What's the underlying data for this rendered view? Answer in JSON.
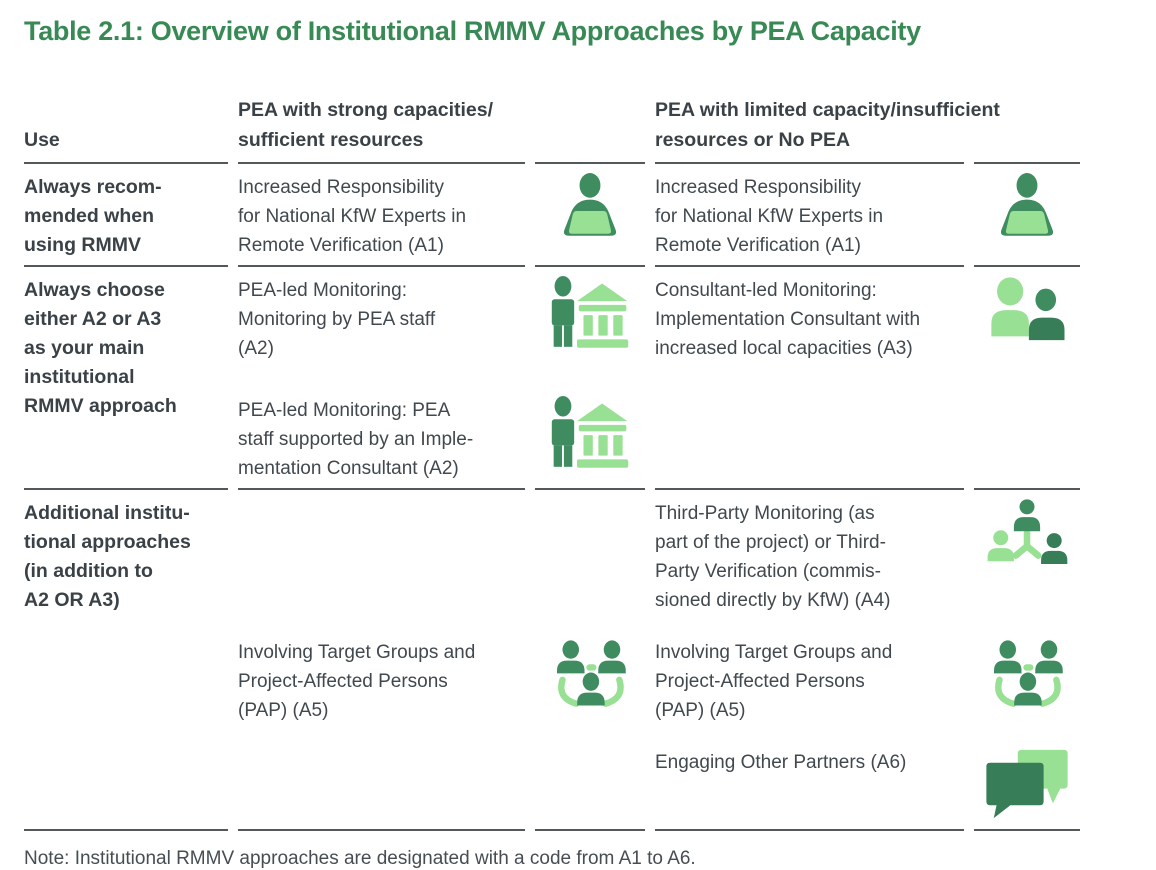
{
  "title": "Table 2.1: Overview of Institutional RMMV Approaches by PEA Capacity",
  "colors": {
    "title_green": "#388a55",
    "icon_dark_green": "#3e8c5f",
    "icon_deep_green": "#377e58",
    "icon_light_green": "#98e093",
    "body_text": "#41484e",
    "rule": "#53585d"
  },
  "table": {
    "header": {
      "use": "Use",
      "strong": "PEA with strong capacities/\nsufficient resources",
      "limited": "PEA with limited capacity/insufficient\nresources or No PEA"
    },
    "rows": [
      {
        "use": "Always recom-\nmended when\nusing RMMV",
        "strong": [
          {
            "text": "Increased Responsibility\nfor National KfW Experts in\nRemote Verification (A1)",
            "icon": "person-laptop-icon"
          }
        ],
        "limited": [
          {
            "text": "Increased Responsibility\nfor National KfW Experts in\nRemote Verification (A1)",
            "icon": "person-laptop-icon"
          }
        ]
      },
      {
        "use": "Always choose\neither A2 or A3\nas your main\ninstitutional\nRMMV approach",
        "strong": [
          {
            "text": "PEA-led Monitoring:\nMonitoring by PEA staff\n(A2)",
            "icon": "person-institution-icon"
          },
          {
            "text": "PEA-led Monitoring: PEA\nstaff supported by an Imple-\nmentation Consultant (A2)",
            "icon": "person-institution-icon"
          }
        ],
        "limited": [
          {
            "text": "Consultant-led Monitoring:\nImplementation Consultant with\nincreased local capacities (A3)",
            "icon": "two-consultants-icon"
          }
        ]
      },
      {
        "use": "Additional institu-\ntional approaches\n(in addition to\nA2 OR A3)",
        "strong": [
          {
            "text": "Involving Target Groups and\nProject-Affected Persons\n(PAP) (A5)",
            "icon": "people-circle-icon"
          }
        ],
        "limited": [
          {
            "text": "Third-Party Monitoring (as\npart of the project) or Third-\nParty Verification (commis-\nsioned directly by KfW) (A4)",
            "icon": "org-chart-people-icon"
          },
          {
            "text": "Involving Target Groups and\nProject-Affected Persons\n(PAP) (A5)",
            "icon": "people-circle-icon"
          },
          {
            "text": "Engaging Other Partners (A6)",
            "icon": "speech-bubbles-icon"
          }
        ]
      }
    ]
  },
  "note": "Note: Institutional RMMV approaches are designated with a code from A1 to A6."
}
